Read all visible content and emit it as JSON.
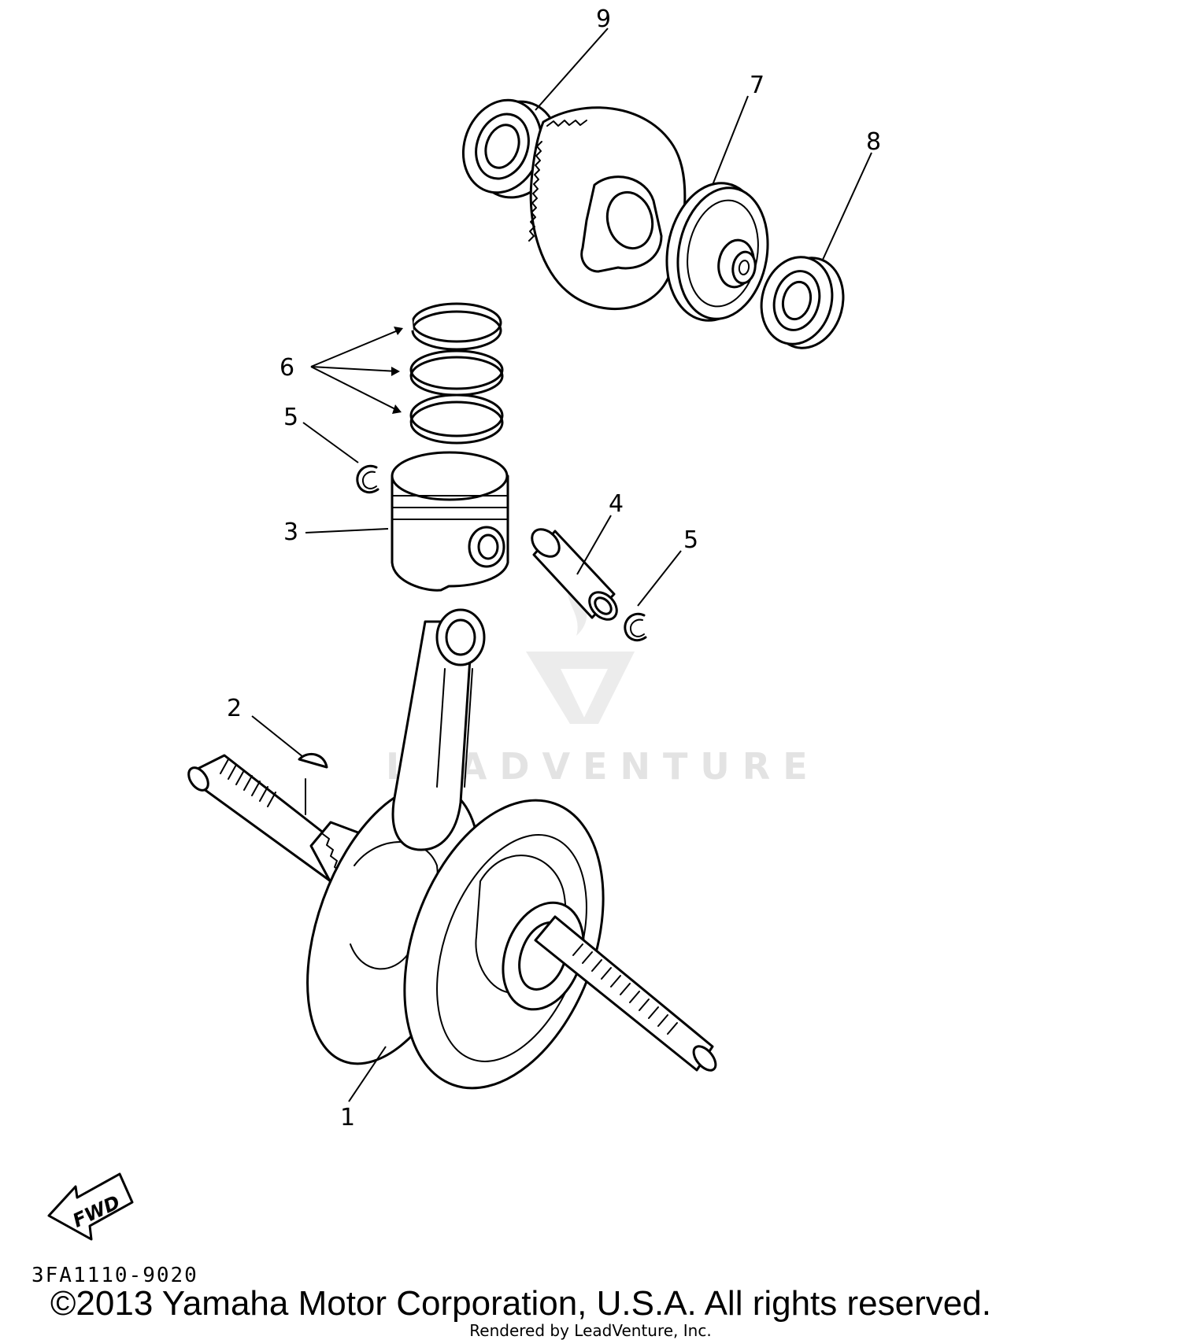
{
  "callouts": [
    {
      "id": "1",
      "label": "1"
    },
    {
      "id": "2",
      "label": "2"
    },
    {
      "id": "3",
      "label": "3"
    },
    {
      "id": "4",
      "label": "4"
    },
    {
      "id": "5a",
      "label": "5"
    },
    {
      "id": "5b",
      "label": "5"
    },
    {
      "id": "6",
      "label": "6"
    },
    {
      "id": "7",
      "label": "7"
    },
    {
      "id": "8",
      "label": "8"
    },
    {
      "id": "9",
      "label": "9"
    }
  ],
  "fwd_label": "FWD",
  "diagram_code": "3FA1110-9020",
  "copyright": "©2013 Yamaha Motor Corporation, U.S.A. All rights reserved.",
  "rendered_by": "Rendered by LeadVenture, Inc.",
  "watermark": "LEADVENTURE"
}
